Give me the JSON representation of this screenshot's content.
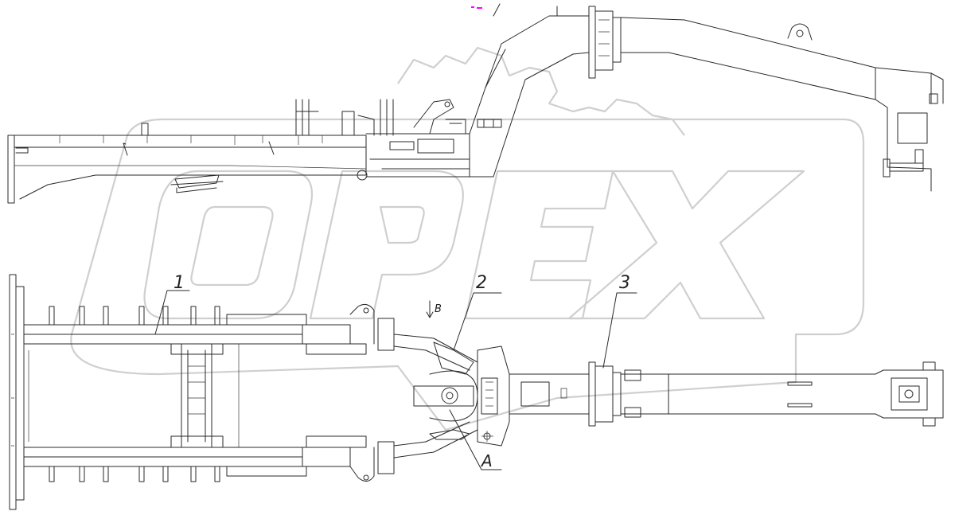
{
  "watermark": {
    "text": "OPEX"
  },
  "callouts": [
    {
      "id": "callout-1",
      "text": "1"
    },
    {
      "id": "callout-2",
      "text": "2"
    },
    {
      "id": "callout-3",
      "text": "3"
    },
    {
      "id": "callout-a",
      "text": "A"
    }
  ],
  "view_arrow": {
    "text": "B"
  },
  "colors": {
    "line": "#2a2a2a",
    "watermark": "#cfcfcf",
    "marker": "#ff00ff"
  }
}
